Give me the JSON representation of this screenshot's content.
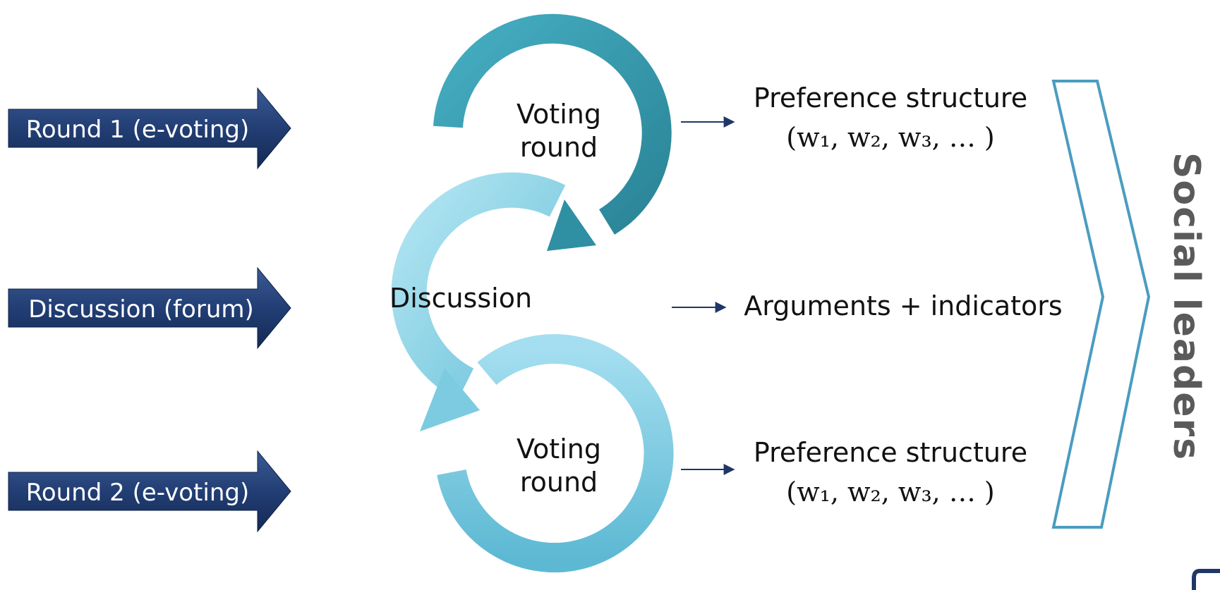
{
  "stages": [
    {
      "label": "Round 1 (e-voting)"
    },
    {
      "label": "Discussion (forum)"
    },
    {
      "label": "Round 2 (e-voting)"
    }
  ],
  "cycle": {
    "top": {
      "line1": "Voting",
      "line2": "round"
    },
    "middle": {
      "label": "Discussion"
    },
    "bottom": {
      "line1": "Voting",
      "line2": "round"
    }
  },
  "outputs": [
    {
      "line1": "Preference structure",
      "line2": "(w₁, w₂, w₃, … )"
    },
    {
      "line1": "Arguments + indicators"
    },
    {
      "line1": "Preference structure",
      "line2": "(w₁, w₂, w₃, … )"
    }
  ],
  "side_title": "Social leaders",
  "colors": {
    "stage_arrow": "#1f3768",
    "top_ring": "#3a9eb3",
    "mid_ring": "#8fd3e6",
    "bottom_ring": "#86cfe3",
    "connector": "#1f3768",
    "bracket": "#4a9cc0",
    "side_title": "#5a5a5a"
  }
}
